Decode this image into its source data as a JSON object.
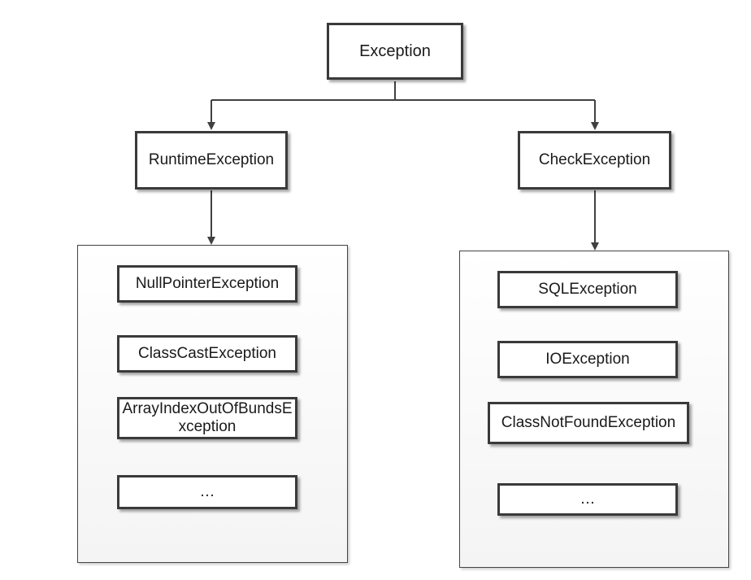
{
  "root": {
    "label": "Exception"
  },
  "branches": [
    {
      "label": "RuntimeException",
      "children": [
        "NullPointerException",
        "ClassCastException",
        "ArrayIndexOutOfBundsException",
        "…"
      ]
    },
    {
      "label": "CheckException",
      "children": [
        "SQLException",
        "IOException",
        "ClassNotFoundException",
        "…"
      ]
    }
  ],
  "colors": {
    "border": "#3a3a3a",
    "connector": "#404040",
    "group_fill": "#f4f4f4"
  }
}
